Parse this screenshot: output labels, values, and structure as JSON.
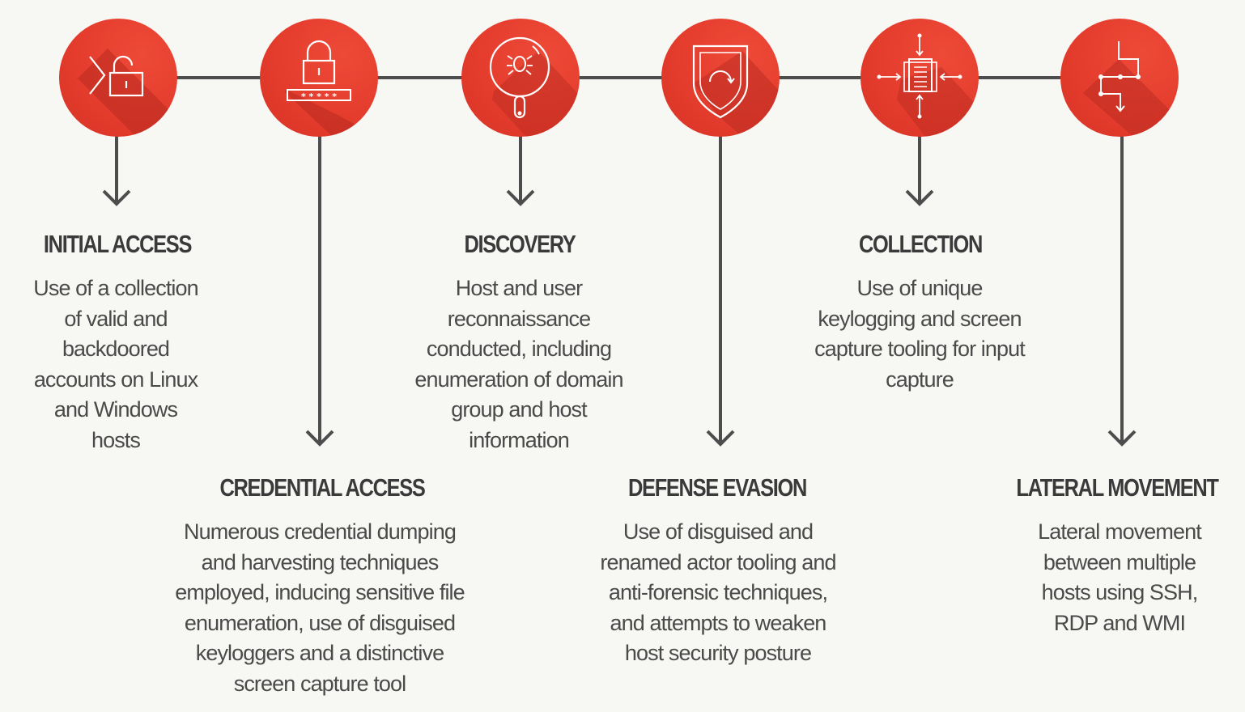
{
  "colors": {
    "accent": "#e33b2c",
    "line": "#4d4d4d",
    "background": "#f7f7f4",
    "text": "#4a4a4a"
  },
  "stages": [
    {
      "title": "INITIAL ACCESS",
      "icon": "terminal-unlock-icon",
      "description": [
        "Use of a collection",
        "of valid and",
        "backdoored",
        "accounts on Linux",
        "and Windows",
        "hosts"
      ]
    },
    {
      "title": "CREDENTIAL ACCESS",
      "icon": "lock-password-icon",
      "description": [
        "Numerous credential dumping",
        "and harvesting techniques",
        "employed, inducing sensitive file",
        "enumeration, use of disguised",
        "keyloggers and a distinctive",
        "screen capture tool"
      ]
    },
    {
      "title": "DISCOVERY",
      "icon": "magnifier-bug-icon",
      "description": [
        "Host and user",
        "reconnaissance",
        "conducted, including",
        "enumeration of domain",
        "group and host",
        "information"
      ]
    },
    {
      "title": "DEFENSE EVASION",
      "icon": "shield-refresh-icon",
      "description": [
        "Use of disguised and",
        "renamed actor tooling and",
        "anti-forensic techniques,",
        "and attempts to weaken",
        "host security posture"
      ]
    },
    {
      "title": "COLLECTION",
      "icon": "document-arrows-icon",
      "description": [
        "Use of unique",
        "keylogging and screen",
        "capture tooling for input",
        "capture"
      ]
    },
    {
      "title": "LATERAL MOVEMENT",
      "icon": "network-path-icon",
      "description": [
        "Lateral movement",
        "between multiple",
        "hosts using SSH,",
        "RDP and WMI"
      ]
    }
  ]
}
